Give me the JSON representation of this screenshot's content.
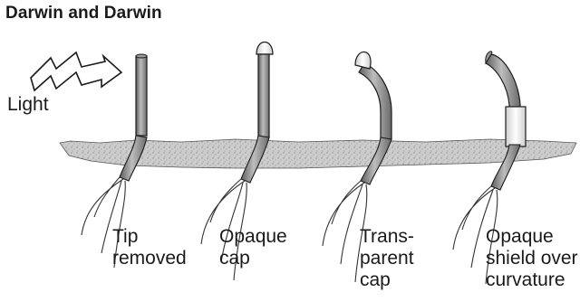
{
  "figure": {
    "title": "Darwin and Darwin",
    "light_label": "Light"
  },
  "seedlings": [
    {
      "label": "Tip\nremoved"
    },
    {
      "label": "Opaque\ncap"
    },
    {
      "label": "Trans-\nparent\ncap"
    },
    {
      "label": "Opaque\nshield over\ncurvature"
    }
  ],
  "colors": {
    "soil": "#c9c9c9",
    "stem_dark": "#6e6e6e",
    "stem_light": "#b5b5b5",
    "cap_transparent": "#f2f2f2",
    "shield": "#f4f4f4",
    "outline": "#1a1a1a"
  }
}
